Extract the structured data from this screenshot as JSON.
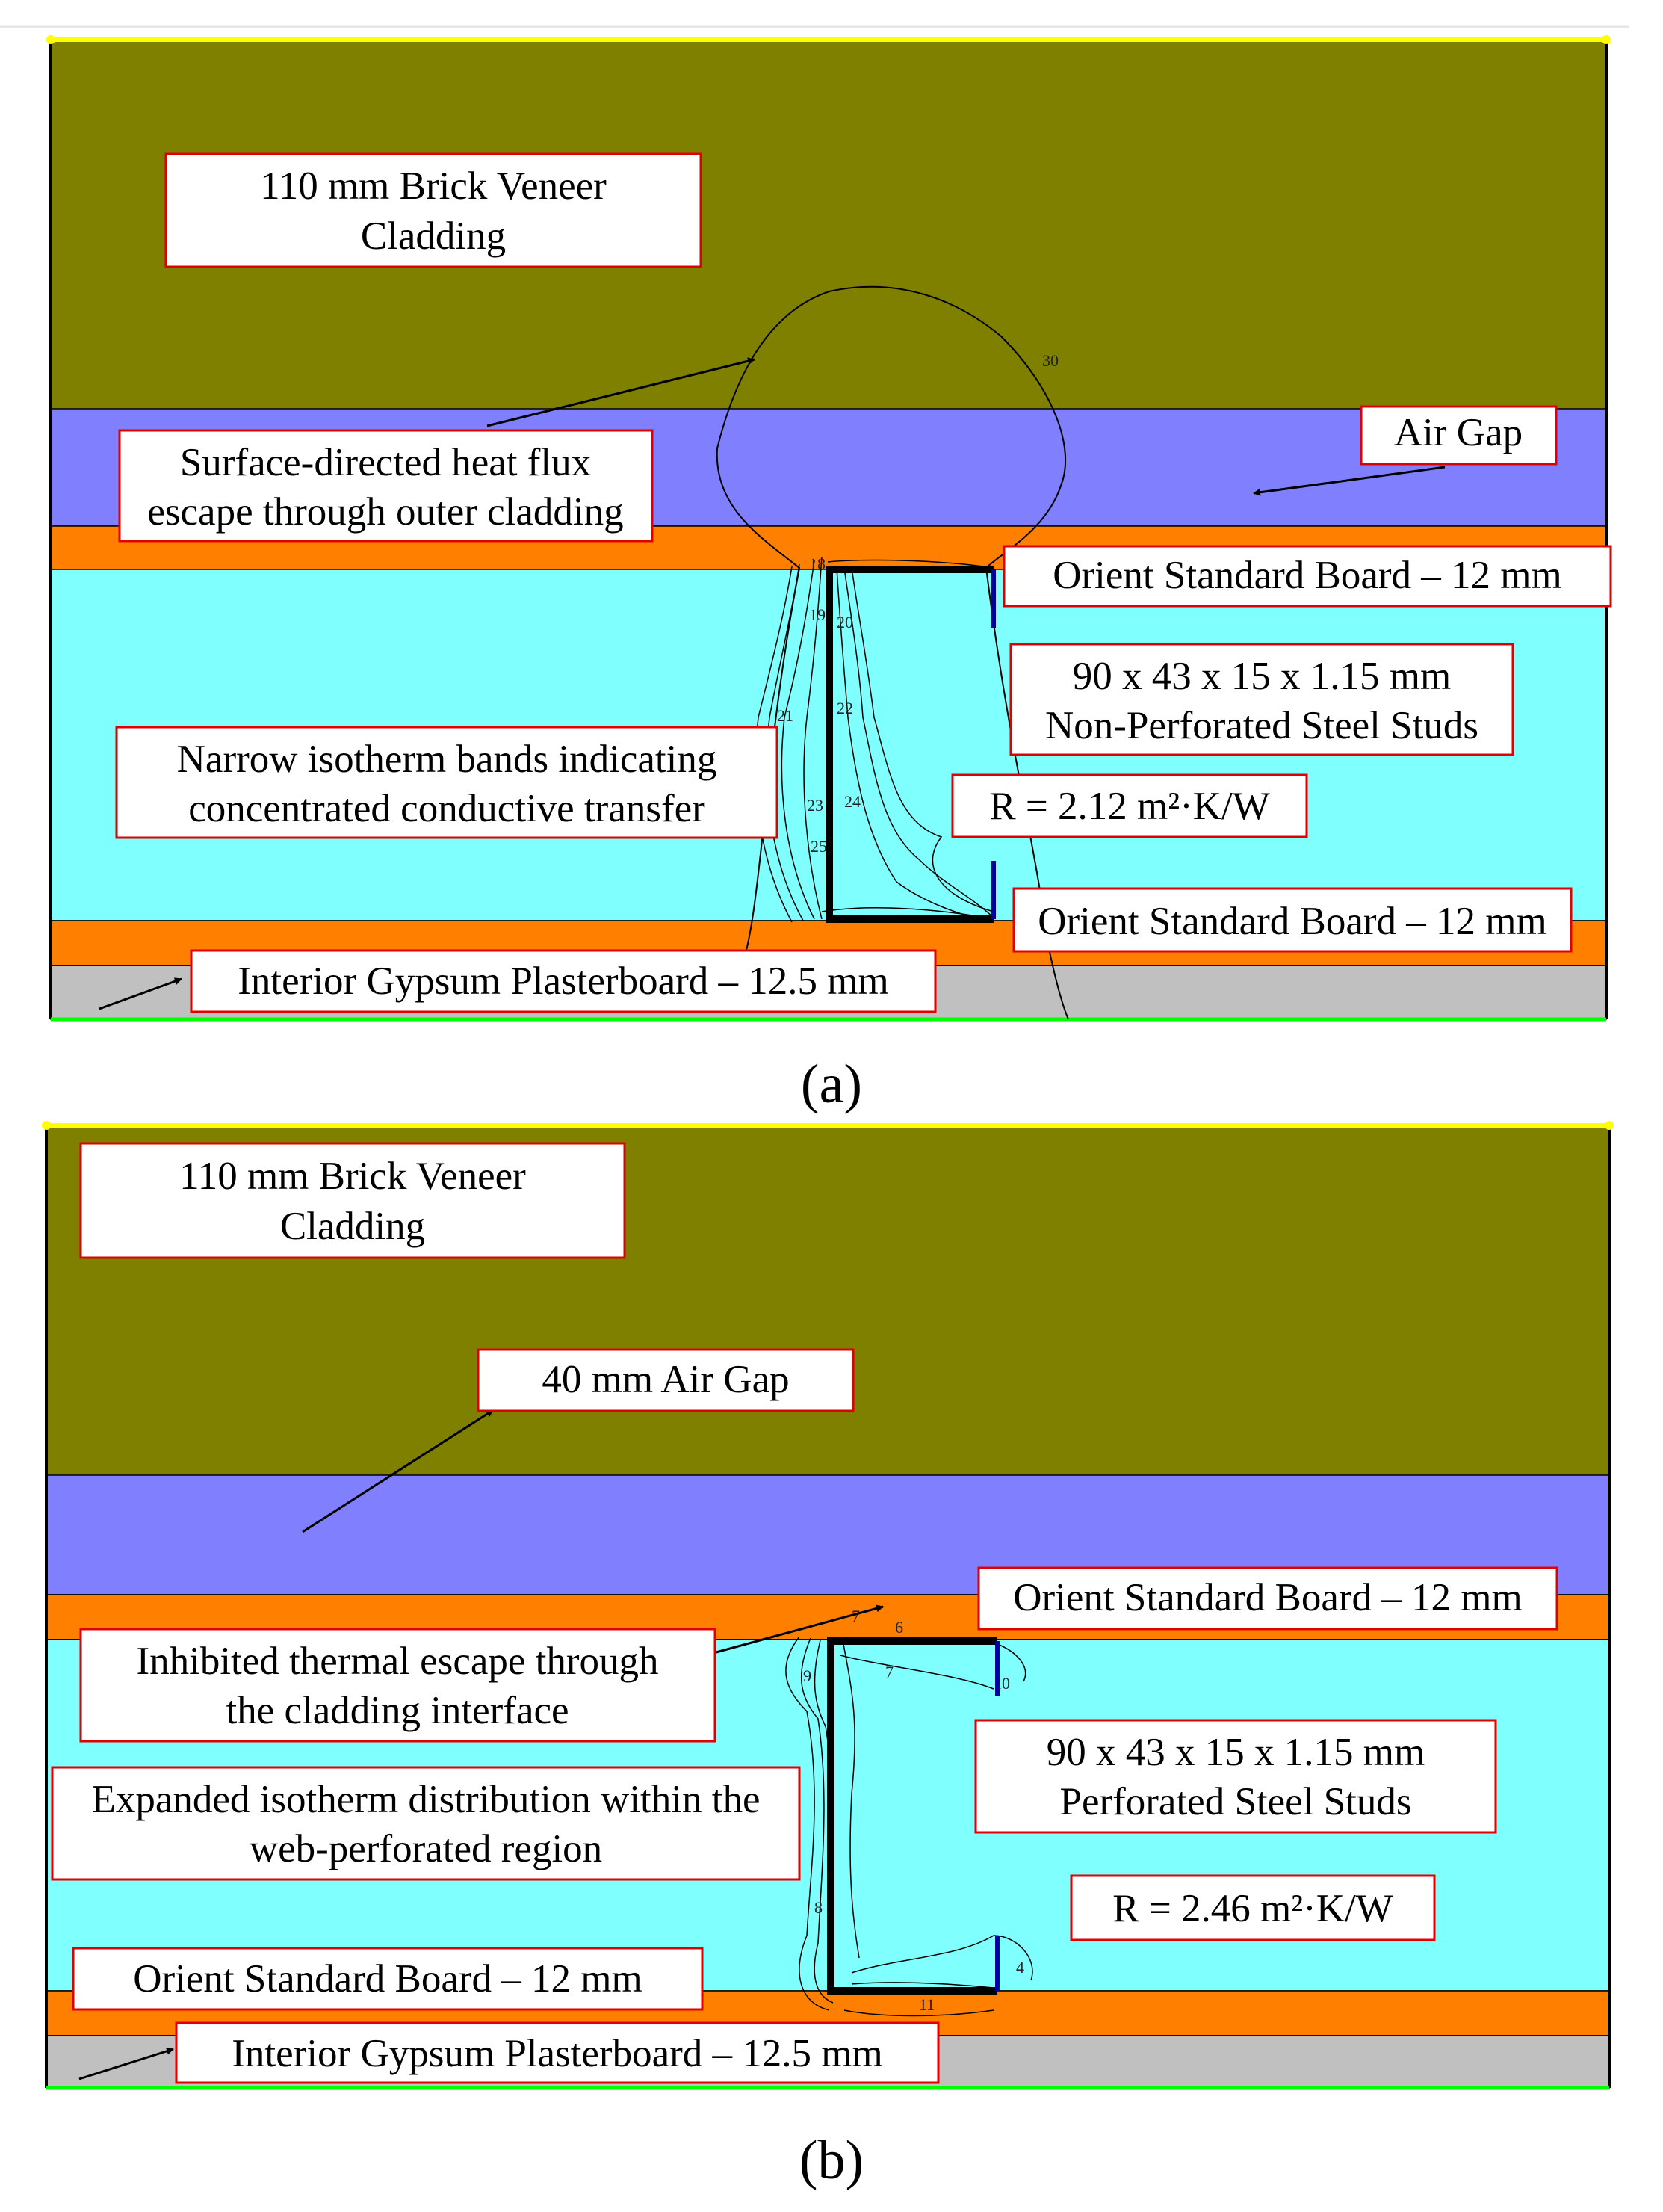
{
  "colors": {
    "brick": "#808000",
    "air_gap": "#8080FF",
    "osb": "#FF8000",
    "stud_cavity": "#80FFFF",
    "gypsum": "#C0C0C0",
    "stud_steel": "#000000",
    "stud_lip": "#0000A0",
    "label_border": "#E00000",
    "top_boundary": "#FFFF00",
    "bottom_boundary": "#00FF00",
    "isotherm": "#000000"
  },
  "panel_a": {
    "caption": "(a)",
    "labels": {
      "brick": [
        "110 mm Brick Veneer",
        "Cladding"
      ],
      "heat_flux": [
        "Surface-directed heat flux",
        "escape through outer cladding"
      ],
      "air_gap": [
        "Air Gap"
      ],
      "osb_top": [
        "Orient Standard Board – 12 mm"
      ],
      "stud": [
        "90 x 43 x 15 x 1.15 mm",
        "Non-Perforated Steel Studs"
      ],
      "isotherm": [
        "Narrow isotherm bands indicating",
        "concentrated conductive transfer"
      ],
      "r_value": [
        "R = 2.12 m²·K/W"
      ],
      "osb_bottom": [
        "Orient Standard Board – 12 mm"
      ],
      "gypsum": [
        "Interior Gypsum Plasterboard – 12.5 mm"
      ]
    },
    "isotherm_labels": [
      "30",
      "18",
      "19",
      "20",
      "21",
      "22",
      "23",
      "24",
      "25"
    ]
  },
  "panel_b": {
    "caption": "(b)",
    "labels": {
      "brick": [
        "110 mm Brick Veneer",
        "Cladding"
      ],
      "air_gap": [
        "40 mm Air Gap"
      ],
      "osb_top": [
        "Orient Standard Board – 12 mm"
      ],
      "inhibited": [
        "Inhibited thermal escape through",
        "the cladding interface"
      ],
      "stud": [
        "90 x 43 x 15 x 1.15 mm",
        "Perforated Steel Studs"
      ],
      "expanded": [
        "Expanded isotherm distribution within the",
        "web-perforated region"
      ],
      "r_value": [
        "R = 2.46 m²·K/W"
      ],
      "osb_bottom": [
        "Orient Standard Board – 12 mm"
      ],
      "gypsum": [
        "Interior Gypsum Plasterboard – 12.5 mm"
      ]
    },
    "isotherm_labels": [
      "7",
      "6",
      "10",
      "11",
      "4",
      "9",
      "8"
    ]
  }
}
